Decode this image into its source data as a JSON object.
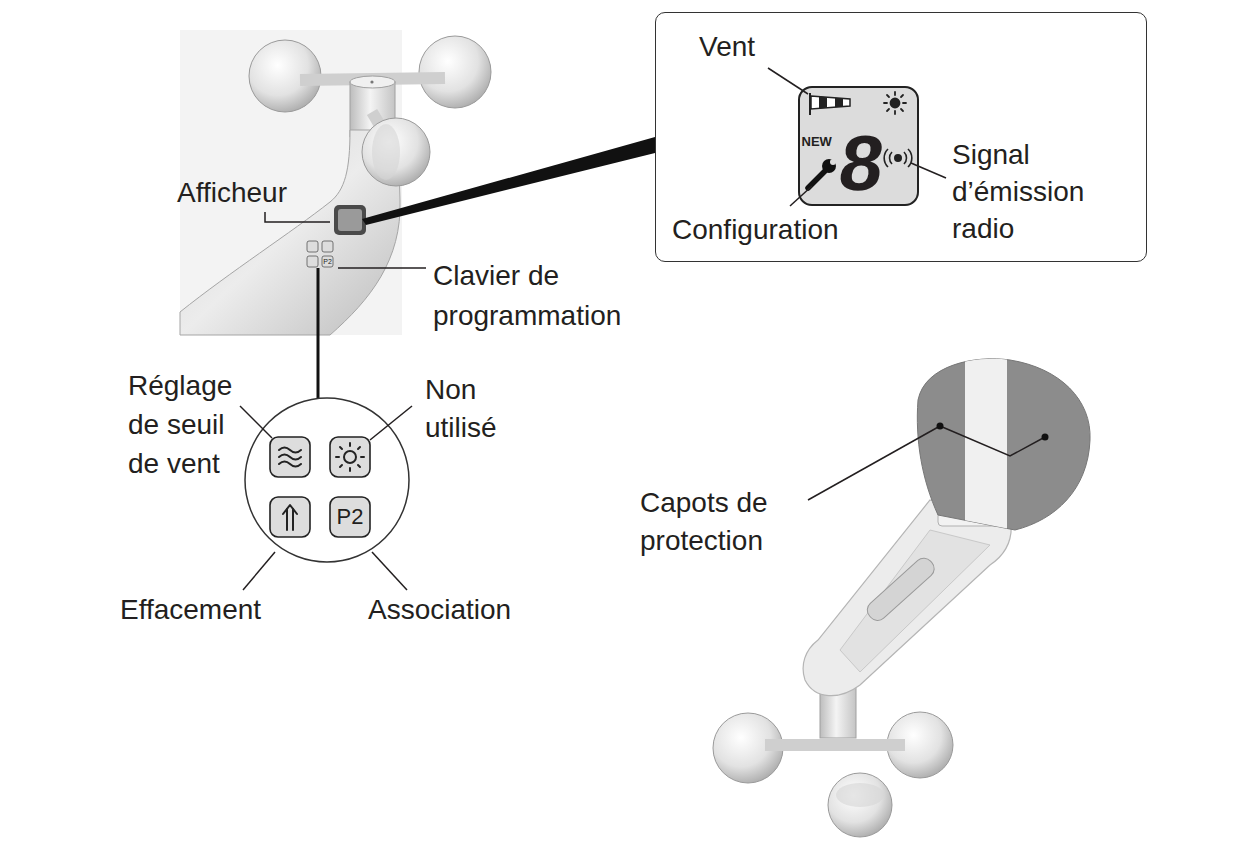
{
  "diagram": {
    "nodes": [
      {
        "text": [
          "Vent",
          "Configuration",
          "Signal d’émission radio"
        ]
      },
      {
        "text": [
          "NEW",
          "8"
        ],
        "in": 0
      }
    ],
    "labels": [
      "Afficheur",
      "Clavier de programmation",
      "P2",
      "Réglage de seuil de vent",
      "Non utilisé",
      "P2",
      "Effacement",
      "Association",
      "Capots de protection"
    ]
  }
}
